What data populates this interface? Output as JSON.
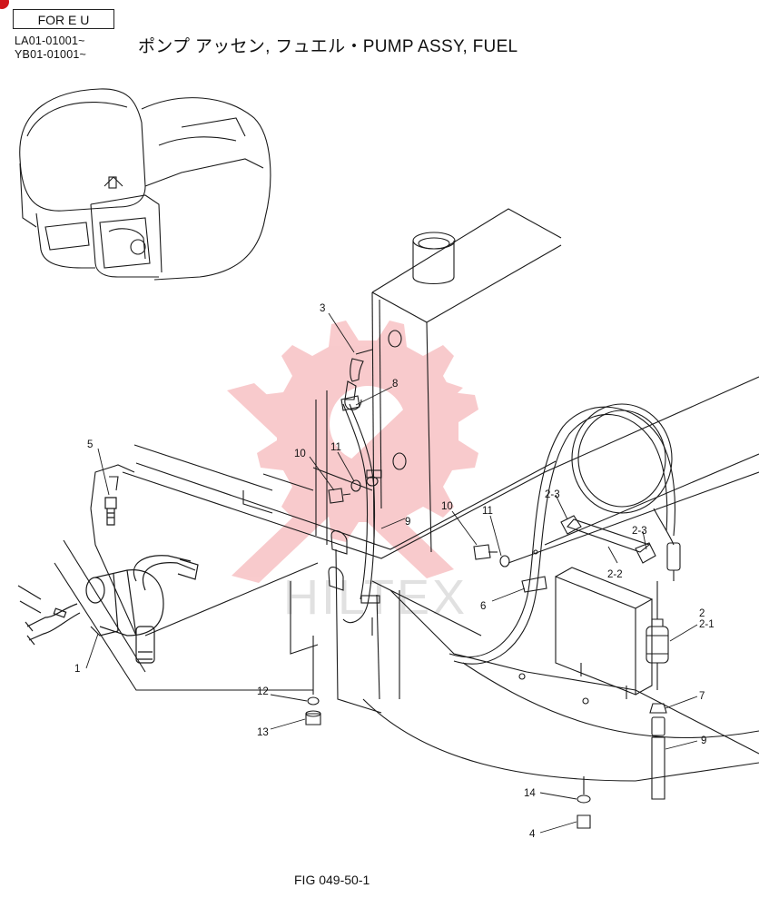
{
  "header": {
    "variant_box": "FOR E U",
    "serials": [
      "LA01-01001~",
      "YB01-01001~"
    ],
    "title": "ポンプ アッセン, フュエル・PUMP ASSY, FUEL"
  },
  "footer": {
    "figure_id": "FIG 049-50-1"
  },
  "watermark": {
    "text": "HILTEX",
    "color": "#e8464b"
  },
  "callouts": [
    "1",
    "2",
    "2-1",
    "2-2",
    "2-3",
    "2-3",
    "3",
    "4",
    "5",
    "6",
    "7",
    "8",
    "9",
    "9",
    "10",
    "10",
    "11",
    "11",
    "12",
    "13",
    "14"
  ],
  "colors": {
    "line": "#1a1a1a",
    "accent": "#d0161b"
  }
}
